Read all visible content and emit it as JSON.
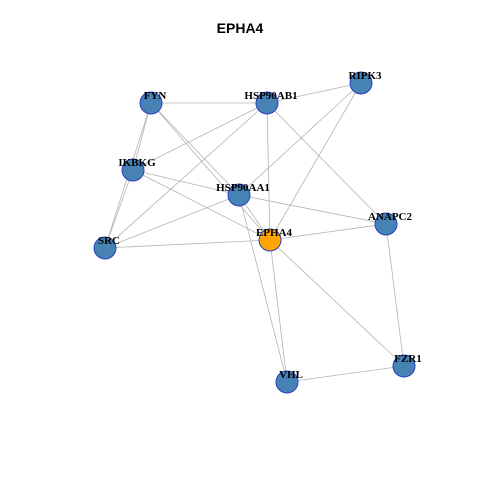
{
  "title": "EPHA4",
  "colors": {
    "default_node": "#4682b4",
    "focus_node": "#ffa500",
    "node_border": "#2a3fbf",
    "edge": "#b4b4b4"
  },
  "focus": "EPHA4",
  "nodes": [
    {
      "id": "FYN",
      "label": "FYN"
    },
    {
      "id": "HSP90AB1",
      "label": "HSP90AB1"
    },
    {
      "id": "RIPK3",
      "label": "RIPK3"
    },
    {
      "id": "IKBKG",
      "label": "IKBKG"
    },
    {
      "id": "HSP90AA1",
      "label": "HSP90AA1"
    },
    {
      "id": "ANAPC2",
      "label": "ANAPC2"
    },
    {
      "id": "EPHA4",
      "label": "EPHA4"
    },
    {
      "id": "SRC",
      "label": "SRC"
    },
    {
      "id": "FZR1",
      "label": "FZR1"
    },
    {
      "id": "VHL",
      "label": "VHL"
    }
  ],
  "edges": [
    [
      "FYN",
      "HSP90AB1"
    ],
    [
      "FYN",
      "HSP90AA1"
    ],
    [
      "FYN",
      "EPHA4"
    ],
    [
      "FYN",
      "SRC"
    ],
    [
      "FYN",
      "IKBKG"
    ],
    [
      "HSP90AB1",
      "RIPK3"
    ],
    [
      "HSP90AB1",
      "IKBKG"
    ],
    [
      "HSP90AB1",
      "EPHA4"
    ],
    [
      "HSP90AB1",
      "ANAPC2"
    ],
    [
      "HSP90AB1",
      "SRC"
    ],
    [
      "RIPK3",
      "HSP90AA1"
    ],
    [
      "RIPK3",
      "EPHA4"
    ],
    [
      "IKBKG",
      "HSP90AA1"
    ],
    [
      "IKBKG",
      "EPHA4"
    ],
    [
      "IKBKG",
      "SRC"
    ],
    [
      "HSP90AA1",
      "SRC"
    ],
    [
      "HSP90AA1",
      "ANAPC2"
    ],
    [
      "HSP90AA1",
      "VHL"
    ],
    [
      "HSP90AA1",
      "EPHA4"
    ],
    [
      "EPHA4",
      "SRC"
    ],
    [
      "EPHA4",
      "ANAPC2"
    ],
    [
      "EPHA4",
      "FZR1"
    ],
    [
      "EPHA4",
      "VHL"
    ],
    [
      "ANAPC2",
      "FZR1"
    ],
    [
      "FZR1",
      "VHL"
    ]
  ]
}
